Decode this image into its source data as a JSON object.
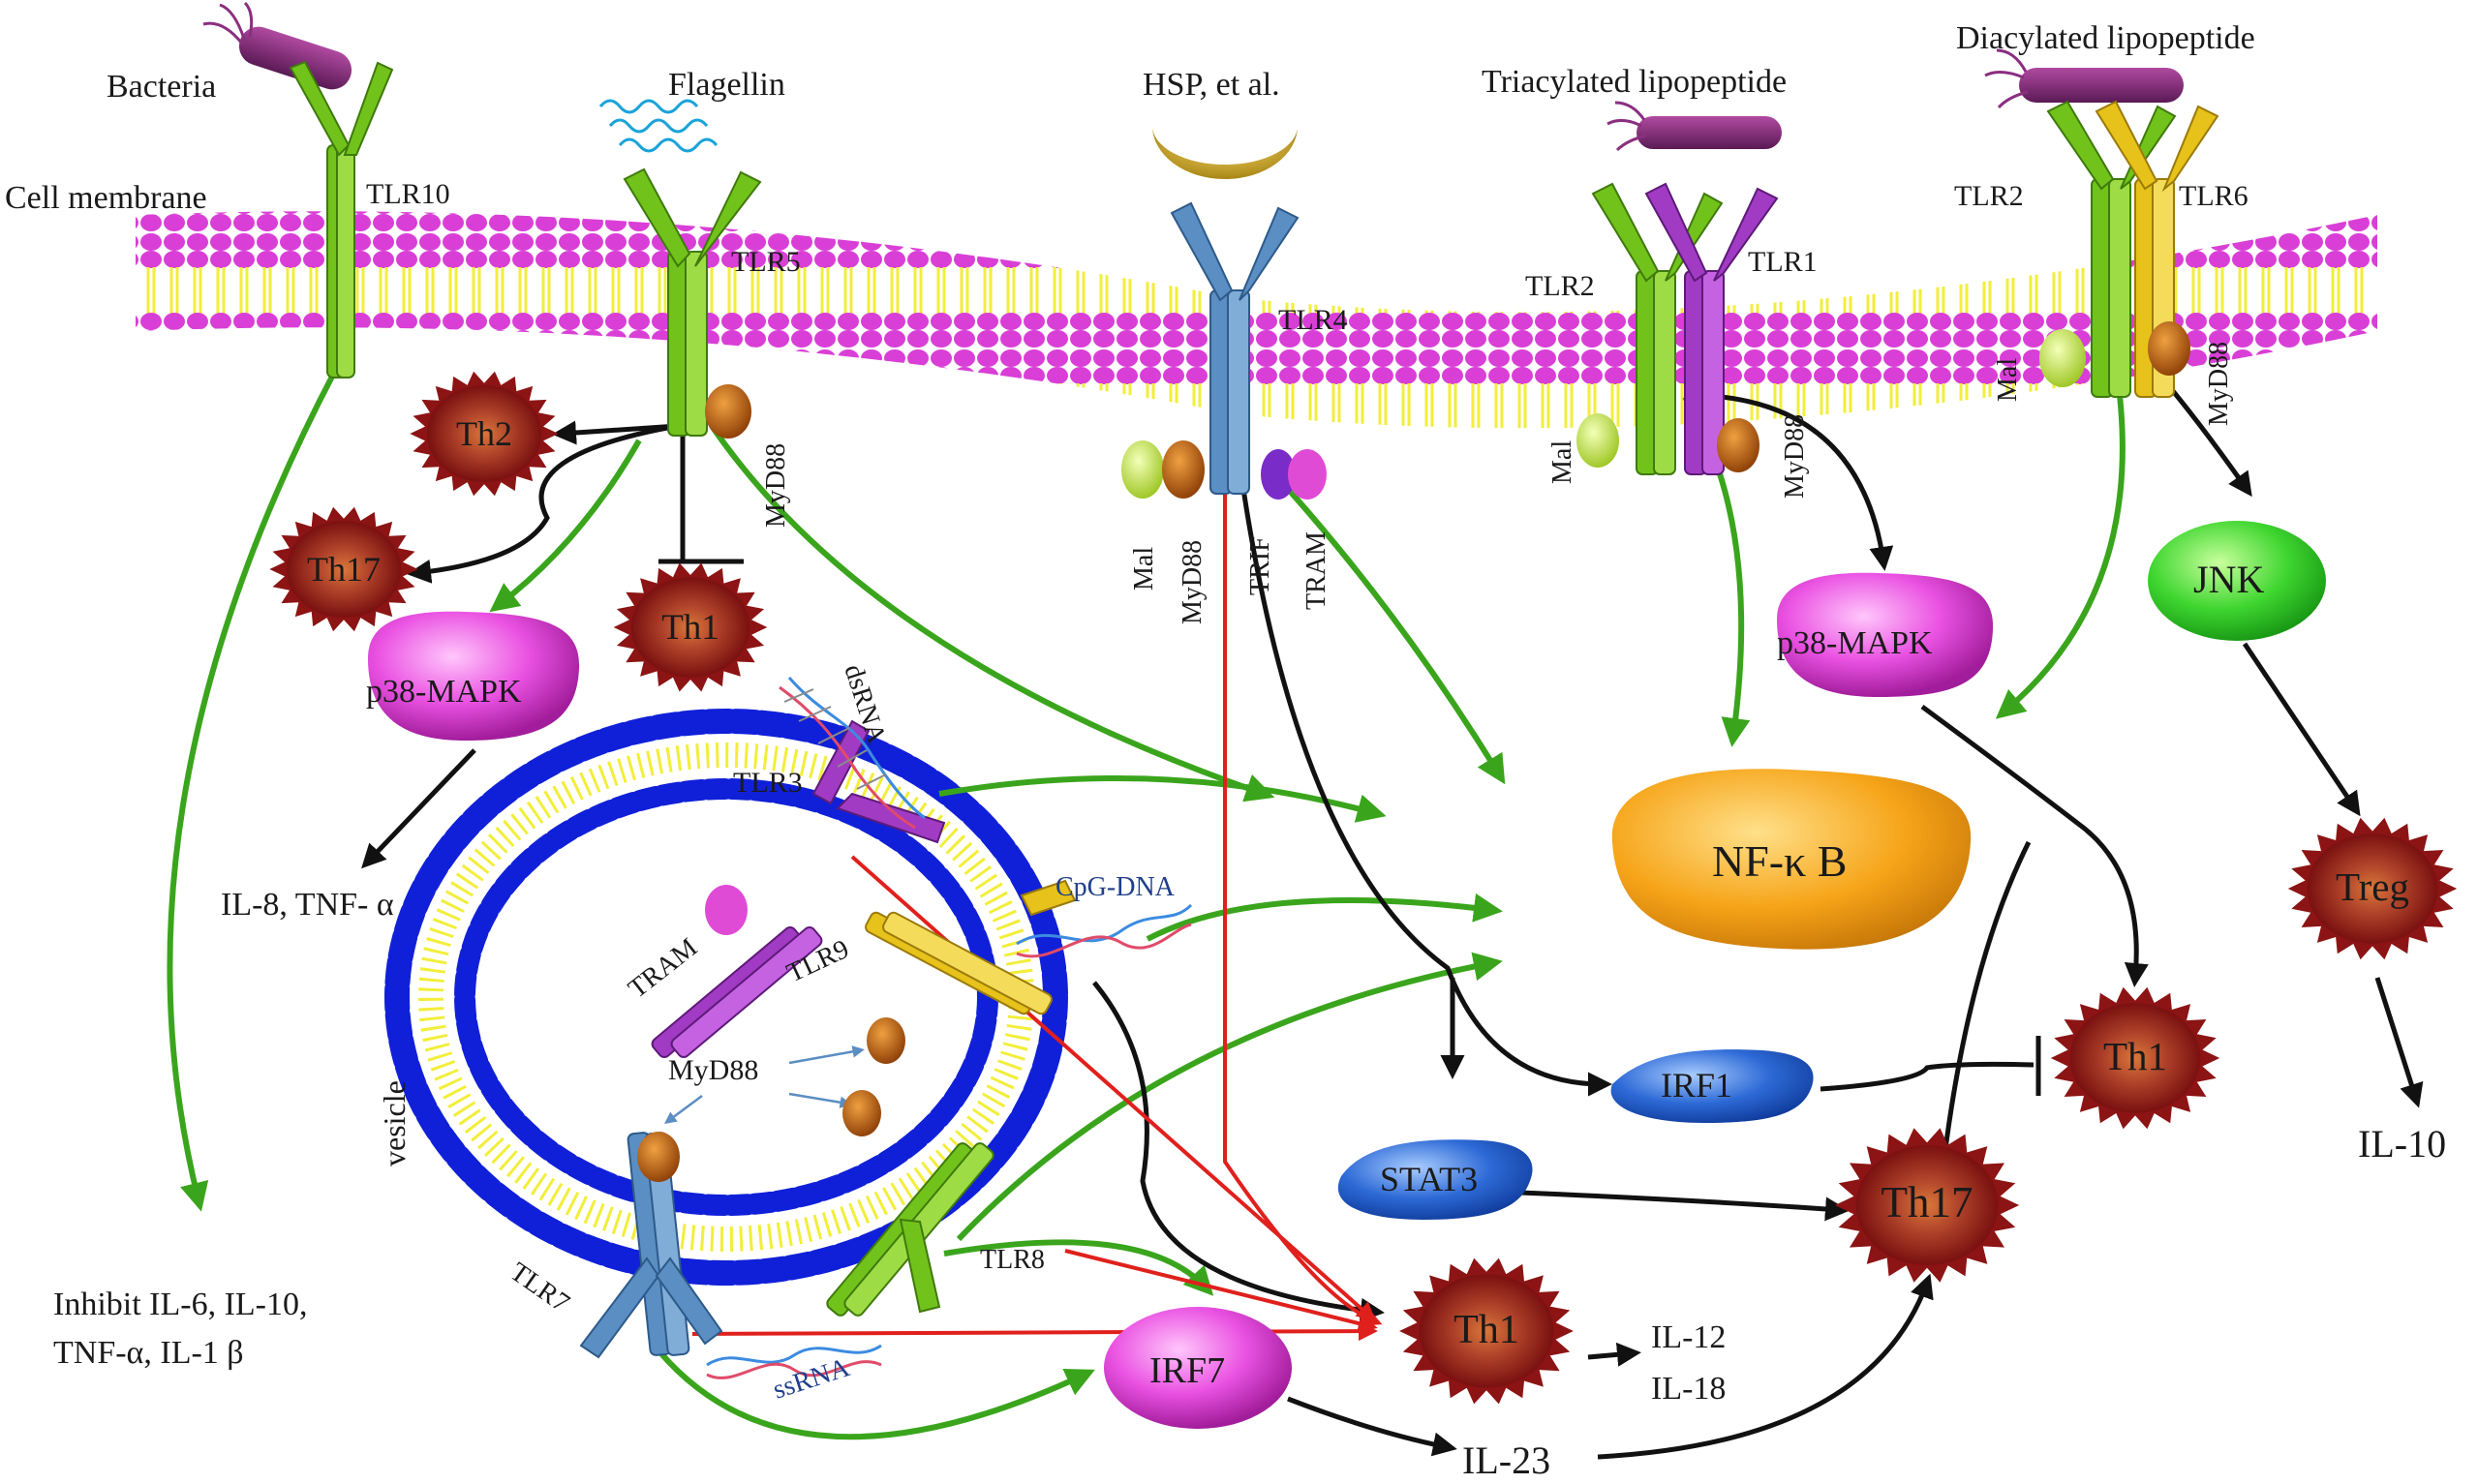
{
  "colors": {
    "membrane_head": "#d93fd6",
    "membrane_tail": "#f2ee3a",
    "vesicle_head": "#1020d8",
    "tlr_green": "#72c21c",
    "tlr_purple": "#a13bc4",
    "tlr_blue": "#5b8ec2",
    "tlr_yellow": "#e6c21a",
    "cell_red": "#9b1e1e",
    "cell_core": "#c2562b",
    "p38": "#e64fe0",
    "nfkb": "#f6a418",
    "jnk": "#39d12b",
    "irf_blue": "#2d6ad6",
    "irf7": "#e64fe0",
    "arrow_green": "#3aa51c",
    "arrow_black": "#111111",
    "line_red": "#e0201c",
    "myd88": "#c65a0c",
    "mal": "#bfe23a"
  },
  "icons": [
    "bacteria-icon",
    "flagellin-icon",
    "hsp-icon",
    "lipopeptide-icon",
    "dsrna-icon",
    "cpg-dna-icon",
    "ssrna-icon"
  ],
  "labels": {
    "bacteria": "Bacteria",
    "flagellin": "Flagellin",
    "hsp": "HSP, et al.",
    "triacylated": "Triacylated lipopeptide",
    "diacylated": "Diacylated lipopeptide",
    "cell_membrane": "Cell membrane",
    "tlr10": "TLR10",
    "tlr5": "TLR5",
    "tlr4": "TLR4",
    "tlr2_a": "TLR2",
    "tlr1": "TLR1",
    "tlr2_b": "TLR2",
    "tlr6": "TLR6",
    "myd88_tlr5": "MyD88",
    "mal_tlr4": "Mal",
    "myd88_tlr4": "MyD88",
    "trif": "TRIF",
    "tram_tlr4": "TRAM",
    "mal_tlr2": "Mal",
    "myd88_tlr2": "MyD88",
    "mal_tlr6": "Mal",
    "myd88_tlr6": "MyD88",
    "th2": "Th2",
    "th17_left": "Th17",
    "th1_left": "Th1",
    "p38_left": "p38-MAPK",
    "p38_right": "p38-MAPK",
    "jnk": "JNK",
    "nfkb": "NF-κ B",
    "treg": "Treg",
    "il10": "IL-10",
    "th1_right": "Th1",
    "irf1": "IRF1",
    "stat3": "STAT3",
    "th17_right": "Th17",
    "th1_bottom": "Th1",
    "il12": "IL-12",
    "il18": "IL-18",
    "irf7": "IRF7",
    "il23": "IL-23",
    "il8_tnf": "IL-8, TNF- α",
    "inhibit_line1": "Inhibit IL-6, IL-10,",
    "inhibit_line2": "TNF-α, IL-1 β",
    "dsrna": "dsRNA",
    "tlr3": "TLR3",
    "tram_vesicle": "TRAM",
    "cpg_dna": "CpG-DNA",
    "tlr9": "TLR9",
    "myd88_vesicle": "MyD88",
    "vesicle": "vesicle",
    "tlr7": "TLR7",
    "tlr8": "TLR8",
    "ssrna": "ssRNA"
  }
}
